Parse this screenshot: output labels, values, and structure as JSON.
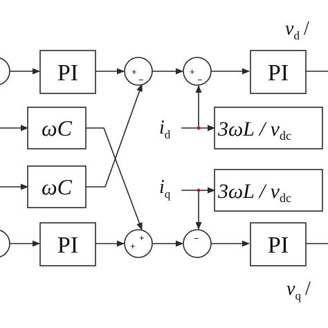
{
  "blocks": {
    "pi_top": "PI",
    "pi_bottom": "PI",
    "pi_top_right": "PI",
    "pi_bottom_right": "PI",
    "omega_c_top": "ωC",
    "omega_c_bottom": "ωC",
    "decouple_top": {
      "main": "3ωL / v",
      "sub": "dc"
    },
    "decouple_bottom": {
      "main": "3ωL / v",
      "sub": "dc"
    }
  },
  "signals": {
    "vd": {
      "main": "v",
      "sub": "d",
      "suffix": "/"
    },
    "vq": {
      "main": "v",
      "sub": "q",
      "suffix": "/"
    },
    "id": {
      "main": "i",
      "sub": "d"
    },
    "iq": {
      "main": "i",
      "sub": "q"
    }
  },
  "sums": {
    "s1_plus": "+",
    "s1_minus": "−",
    "s2_plus": "+",
    "s2_minus": "−",
    "s3_plus_left": "+",
    "s3_plus_top": "+",
    "s4_minus_top": "−"
  },
  "colors": {
    "line": "#2a2a2a",
    "junction": "#c8102e"
  }
}
